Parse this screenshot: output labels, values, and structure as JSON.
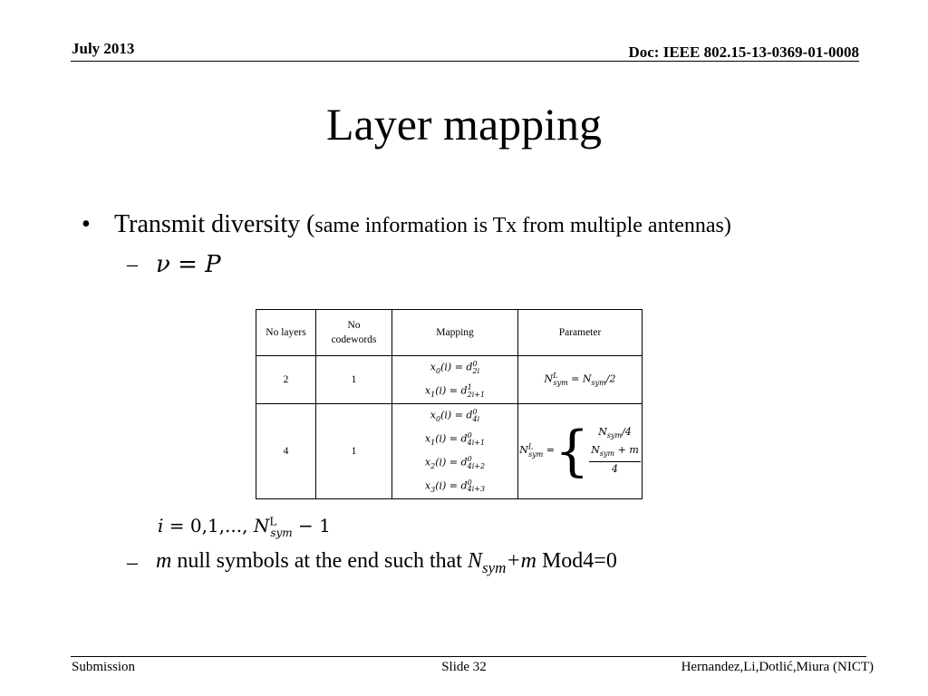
{
  "header": {
    "date": "July 2013",
    "doc": "Doc: IEEE 802.15-13-0369-01-0008"
  },
  "title": "Layer mapping",
  "bullet1": {
    "marker": "•",
    "main": "Transmit diversity (",
    "detail": "same information is Tx from multiple antennas)",
    "sub_marker": "–",
    "sub_eq": "ν = P"
  },
  "table": {
    "headers": [
      "No layers",
      "No codewords",
      "Mapping",
      "Parameter"
    ],
    "rows": [
      {
        "layers": "2",
        "codewords": "1",
        "mapping": [
          "x0(i) = d0 2i",
          "x1(i) = d1 2i+1"
        ],
        "parameter": "N L sym = N sym /2"
      },
      {
        "layers": "4",
        "codewords": "1",
        "mapping": [
          "x0(i) = d0 4i",
          "x1(i) = d0 4i+1",
          "x2(i) = d0 4i+2",
          "x3(i) = d0 4i+3"
        ],
        "parameter": "N L sym = { N sym /4 ; (N sym + m)/4 }"
      }
    ]
  },
  "index_eq": "i = 0,1,..., N L sym − 1",
  "bullet2": {
    "marker": "–",
    "m": "m",
    "text1": " null symbols at the end such that ",
    "N": "N",
    "sub": "sym",
    "plus_m": "+m",
    "text2": " Mod4=0"
  },
  "footer": {
    "left": "Submission",
    "middle": "Slide 32",
    "right": "Hernandez,Li,Dotlić,Miura (NICT)"
  }
}
